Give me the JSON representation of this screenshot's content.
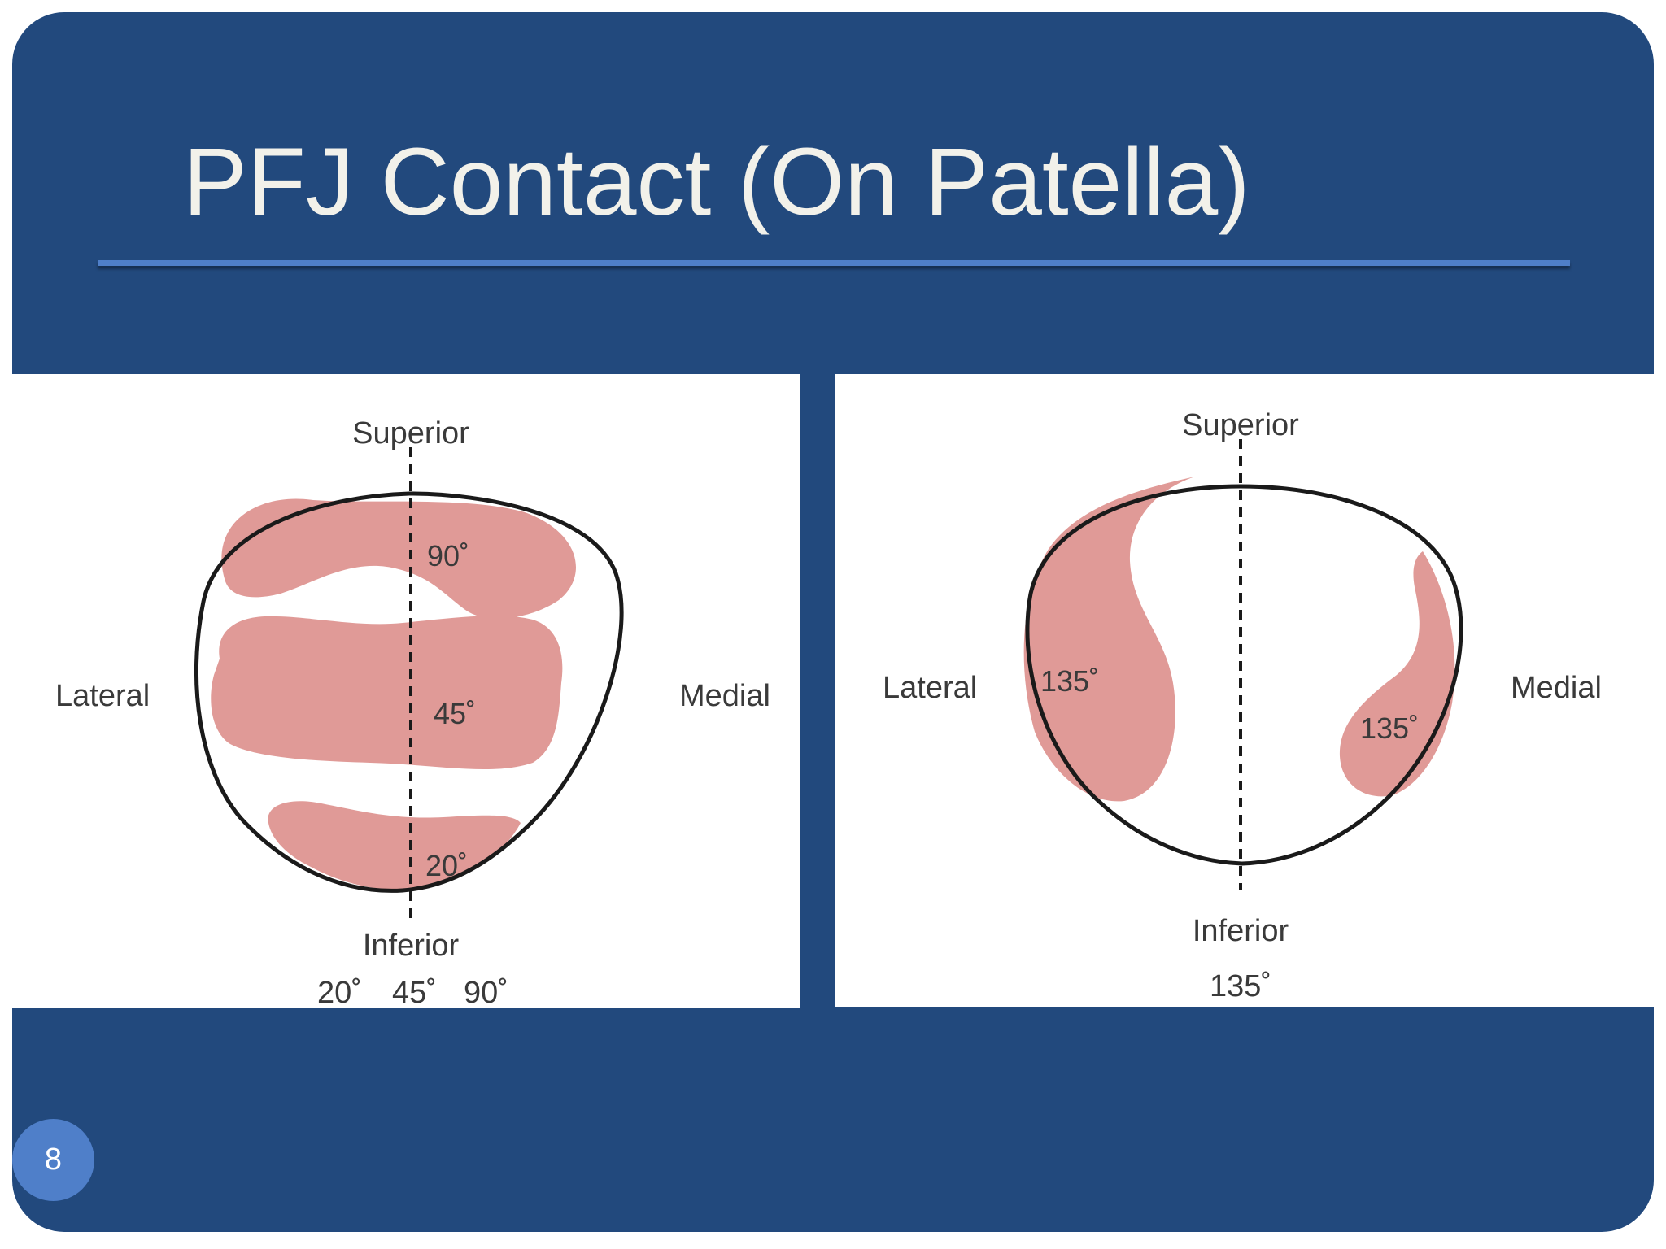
{
  "slide": {
    "title": "PFJ Contact (On Patella)",
    "page_number": "8"
  },
  "left_diagram": {
    "superior_label": "Superior",
    "inferior_label": "Inferior",
    "lateral_label": "Lateral",
    "medial_label": "Medial",
    "zones": [
      {
        "angle_label": "90˚"
      },
      {
        "angle_label": "45˚"
      },
      {
        "angle_label": "20˚"
      }
    ],
    "legend": [
      "20˚",
      "45˚",
      "90˚"
    ]
  },
  "right_diagram": {
    "superior_label": "Superior",
    "inferior_label": "Inferior",
    "lateral_label": "Lateral",
    "medial_label": "Medial",
    "zones": [
      {
        "angle_label": "135˚"
      },
      {
        "angle_label": "135˚"
      }
    ],
    "legend": "135˚"
  },
  "colors": {
    "background": "#22497d",
    "accent": "#4f7fc9",
    "title_text": "#f2f1ea",
    "contact_fill": "#e09a97"
  }
}
